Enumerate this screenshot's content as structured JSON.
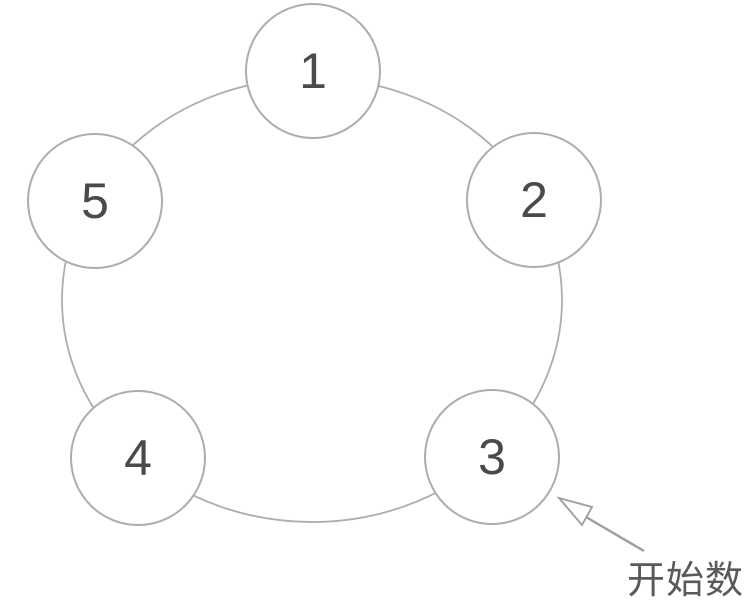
{
  "diagram": {
    "type": "circular-counting-diagram",
    "nodes": [
      {
        "id": 1,
        "label": "1"
      },
      {
        "id": 2,
        "label": "2"
      },
      {
        "id": 3,
        "label": "3"
      },
      {
        "id": 4,
        "label": "4"
      },
      {
        "id": 5,
        "label": "5"
      }
    ],
    "annotation": {
      "text": "开始数",
      "target_node": "3"
    },
    "colors": {
      "background": "#ffffff",
      "ring_stroke": "#adadad",
      "node_fill": "#ffffff",
      "node_border": "#adadad",
      "node_number": "#4a4a4a",
      "arrow": "#9e9e9e",
      "annotation_text": "#5a5a5a"
    }
  }
}
